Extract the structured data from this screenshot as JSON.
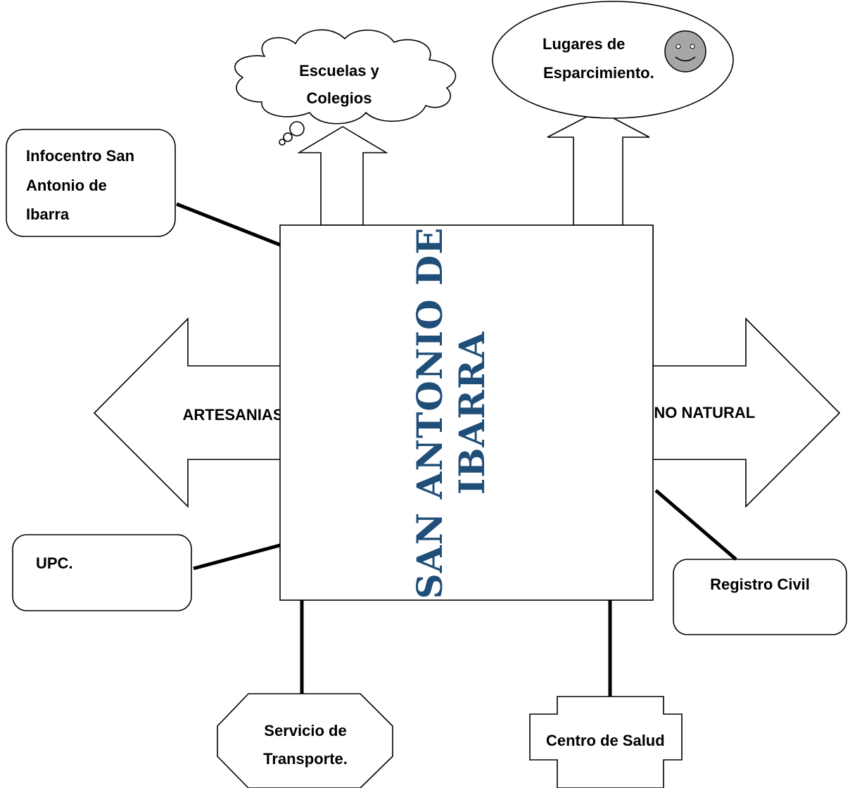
{
  "center": {
    "title_line1": "SAN ANTONIO DE",
    "title_line2": "IBARRA",
    "title_color": "#1f4e79"
  },
  "left_arrow": {
    "label": "ARTESANIAS"
  },
  "right_arrow": {
    "label": "ENTORNO NATURAL"
  },
  "cloud": {
    "line1": "Escuelas y",
    "line2": "Colegios"
  },
  "ellipse": {
    "line1": "Lugares de",
    "line2": "Esparcimiento.",
    "face_icon": "smiley-face-icon"
  },
  "infocentro": {
    "line1": "Infocentro San",
    "line2": "Antonio de",
    "line3": "Ibarra"
  },
  "upc": {
    "label": "UPC."
  },
  "registro": {
    "label": "Registro Civil"
  },
  "transporte": {
    "line1": "Servicio de",
    "line2": "Transporte."
  },
  "salud": {
    "label": "Centro de Salud"
  }
}
